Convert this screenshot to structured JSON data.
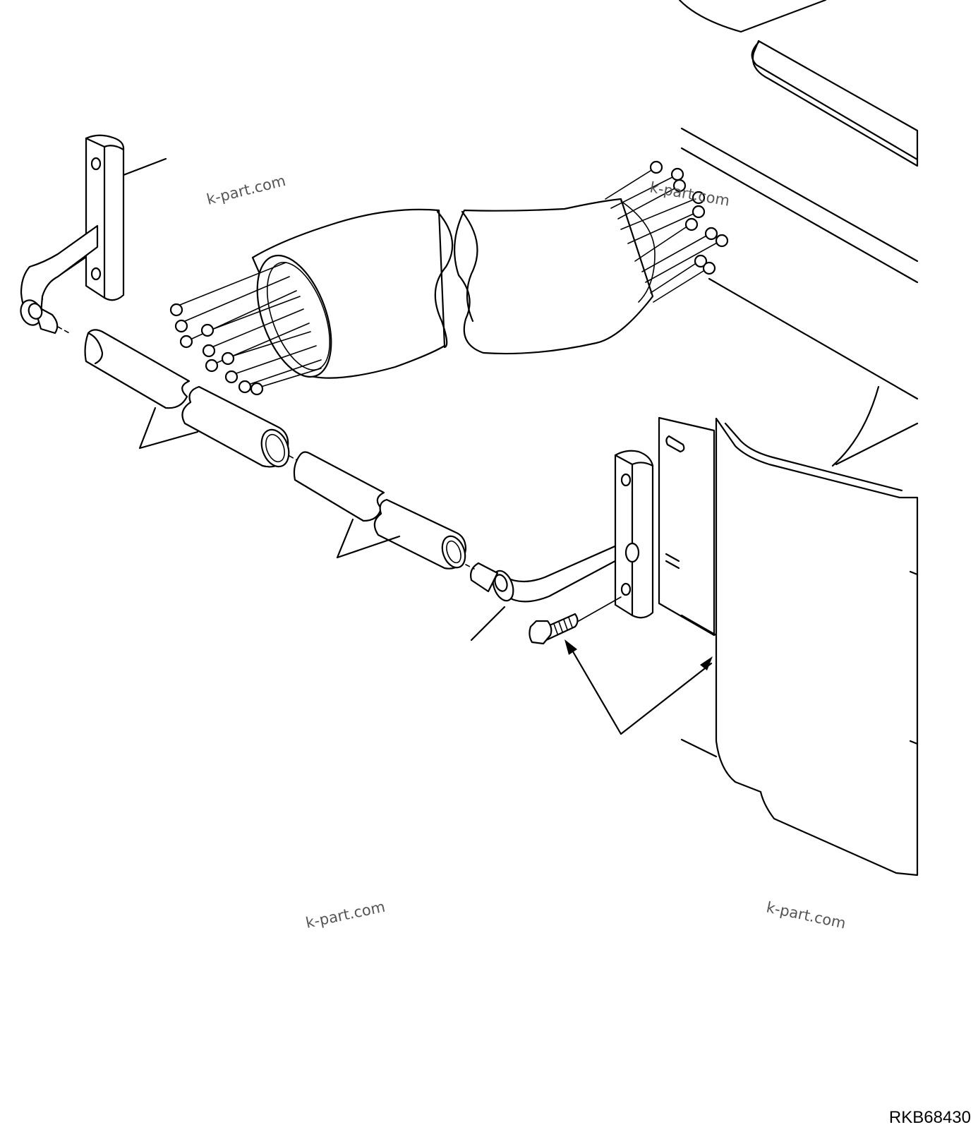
{
  "watermarks": [
    "k-part.com",
    "k-part.com",
    "k-part.com",
    "k-part.com"
  ],
  "drawing_code": "RKB68430",
  "colors": {
    "line": "#000000",
    "background": "#ffffff",
    "watermark": "#555555"
  }
}
